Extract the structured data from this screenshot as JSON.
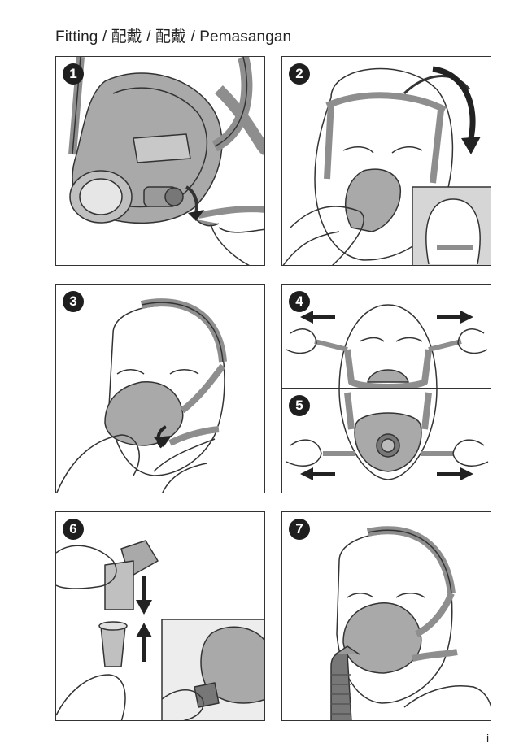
{
  "page": {
    "title": "Fitting / 配戴 / 配戴 / Pemasangan",
    "page_number": "i"
  },
  "steps": [
    {
      "number": "1"
    },
    {
      "number": "2"
    },
    {
      "number": "3"
    },
    {
      "number": "4"
    },
    {
      "number": "5"
    },
    {
      "number": "6"
    },
    {
      "number": "7"
    }
  ],
  "colors": {
    "mask": "#a9a9a9",
    "mask_dark": "#7a7a7a",
    "headgear": "#8e8e8e",
    "line": "#333333",
    "badge": "#1e1e1e"
  }
}
